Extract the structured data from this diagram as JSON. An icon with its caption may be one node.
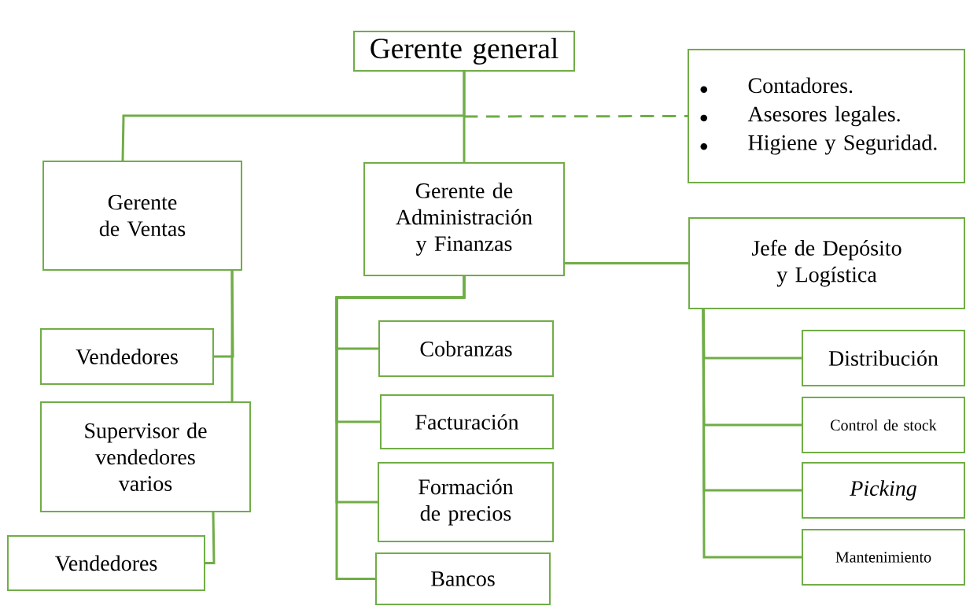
{
  "diagram": {
    "nodes": [
      {
        "text": [
          "Gerente general"
        ]
      },
      {
        "text": [
          "Contadores.",
          "Asesores legales.",
          "Higiene y Seguridad."
        ]
      },
      {
        "text": [
          "Gerente de Ventas"
        ]
      },
      {
        "text": [
          "Gerente de Administración y Finanzas"
        ]
      },
      {
        "text": [
          "Jefe de Depósito y Logística"
        ]
      },
      {
        "text": [
          "Vendedores"
        ]
      },
      {
        "text": [
          "Supervisor de vendedores varios"
        ]
      },
      {
        "text": [
          "Vendedores"
        ]
      },
      {
        "text": [
          "Cobranzas"
        ]
      },
      {
        "text": [
          "Facturación"
        ]
      },
      {
        "text": [
          "Formación de precios"
        ]
      },
      {
        "text": [
          "Bancos"
        ]
      },
      {
        "text": [
          "Distribución"
        ]
      },
      {
        "text": [
          "Control de stock"
        ]
      },
      {
        "text": [
          "Picking"
        ]
      },
      {
        "text": [
          "Mantenimiento"
        ]
      }
    ],
    "edges": [
      {
        "from": 0,
        "to": 2,
        "arrow": "none"
      },
      {
        "from": 0,
        "to": 3,
        "arrow": "none"
      },
      {
        "from": 0,
        "to": 1,
        "arrow": "none",
        "style": "dashed"
      },
      {
        "from": 3,
        "to": 4,
        "arrow": "none"
      },
      {
        "from": 2,
        "to": 5,
        "arrow": "none"
      },
      {
        "from": 2,
        "to": 6,
        "arrow": "none"
      },
      {
        "from": 6,
        "to": 7,
        "arrow": "none"
      },
      {
        "from": 3,
        "to": 8,
        "arrow": "none"
      },
      {
        "from": 3,
        "to": 9,
        "arrow": "none"
      },
      {
        "from": 3,
        "to": 10,
        "arrow": "none"
      },
      {
        "from": 3,
        "to": 11,
        "arrow": "none"
      },
      {
        "from": 4,
        "to": 12,
        "arrow": "none"
      },
      {
        "from": 4,
        "to": 13,
        "arrow": "none"
      },
      {
        "from": 4,
        "to": 14,
        "arrow": "none"
      },
      {
        "from": 4,
        "to": 15,
        "arrow": "none"
      }
    ]
  }
}
